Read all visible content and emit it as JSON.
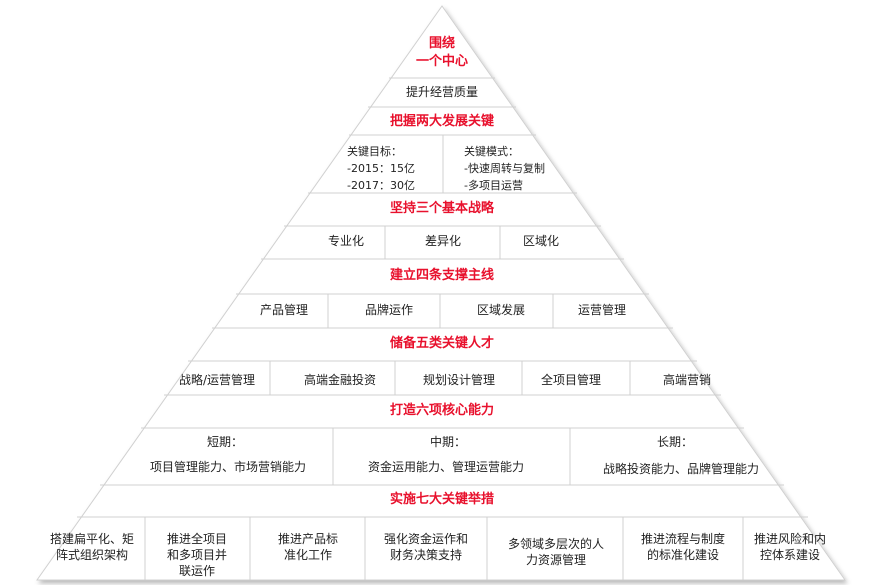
{
  "colors": {
    "header": "#e8112d",
    "text": "#222222",
    "line": "#d0d0d0"
  },
  "pyramid": {
    "center_header": "围绕\n一个中心",
    "center_body": "提升经营质量",
    "focus_header": "把握两大发展关键",
    "key_targets": {
      "title": "关键目标：",
      "line1": "-2015：15亿",
      "line2": "-2017：30亿"
    },
    "key_modes": {
      "title": "关键模式：",
      "line1": "-快速周转与复制",
      "line2": "-多项目运营"
    },
    "strategy_header": "坚持三个基本战略",
    "strategies": [
      "专业化",
      "差异化",
      "区域化"
    ],
    "support_header": "建立四条支撑主线",
    "supports": [
      "产品管理",
      "品牌运作",
      "区域发展",
      "运营管理"
    ],
    "talent_header": "储备五类关键人才",
    "talents": [
      "战略/运营管理",
      "高端金融投资",
      "规划设计管理",
      "全项目管理",
      "高端营销"
    ],
    "capability_header": "打造六项核心能力",
    "capabilities": [
      {
        "term": "短期：",
        "items": "项目管理能力、市场营销能力"
      },
      {
        "term": "中期：",
        "items": "资金运用能力、管理运营能力"
      },
      {
        "term": "长期：",
        "items": "战略投资能力、品牌管理能力"
      }
    ],
    "measure_header": "实施七大关键举措",
    "measures": [
      "搭建扁平化、矩\n阵式组织架构",
      "推进全项目\n和多项目并\n联运作",
      "推进产品标\n准化工作",
      "强化资金运作和\n财务决策支持",
      "多领域多层次的人\n力资源管理",
      "推进流程与制度\n的标准化建设",
      "推进风险和内\n控体系建设"
    ]
  }
}
